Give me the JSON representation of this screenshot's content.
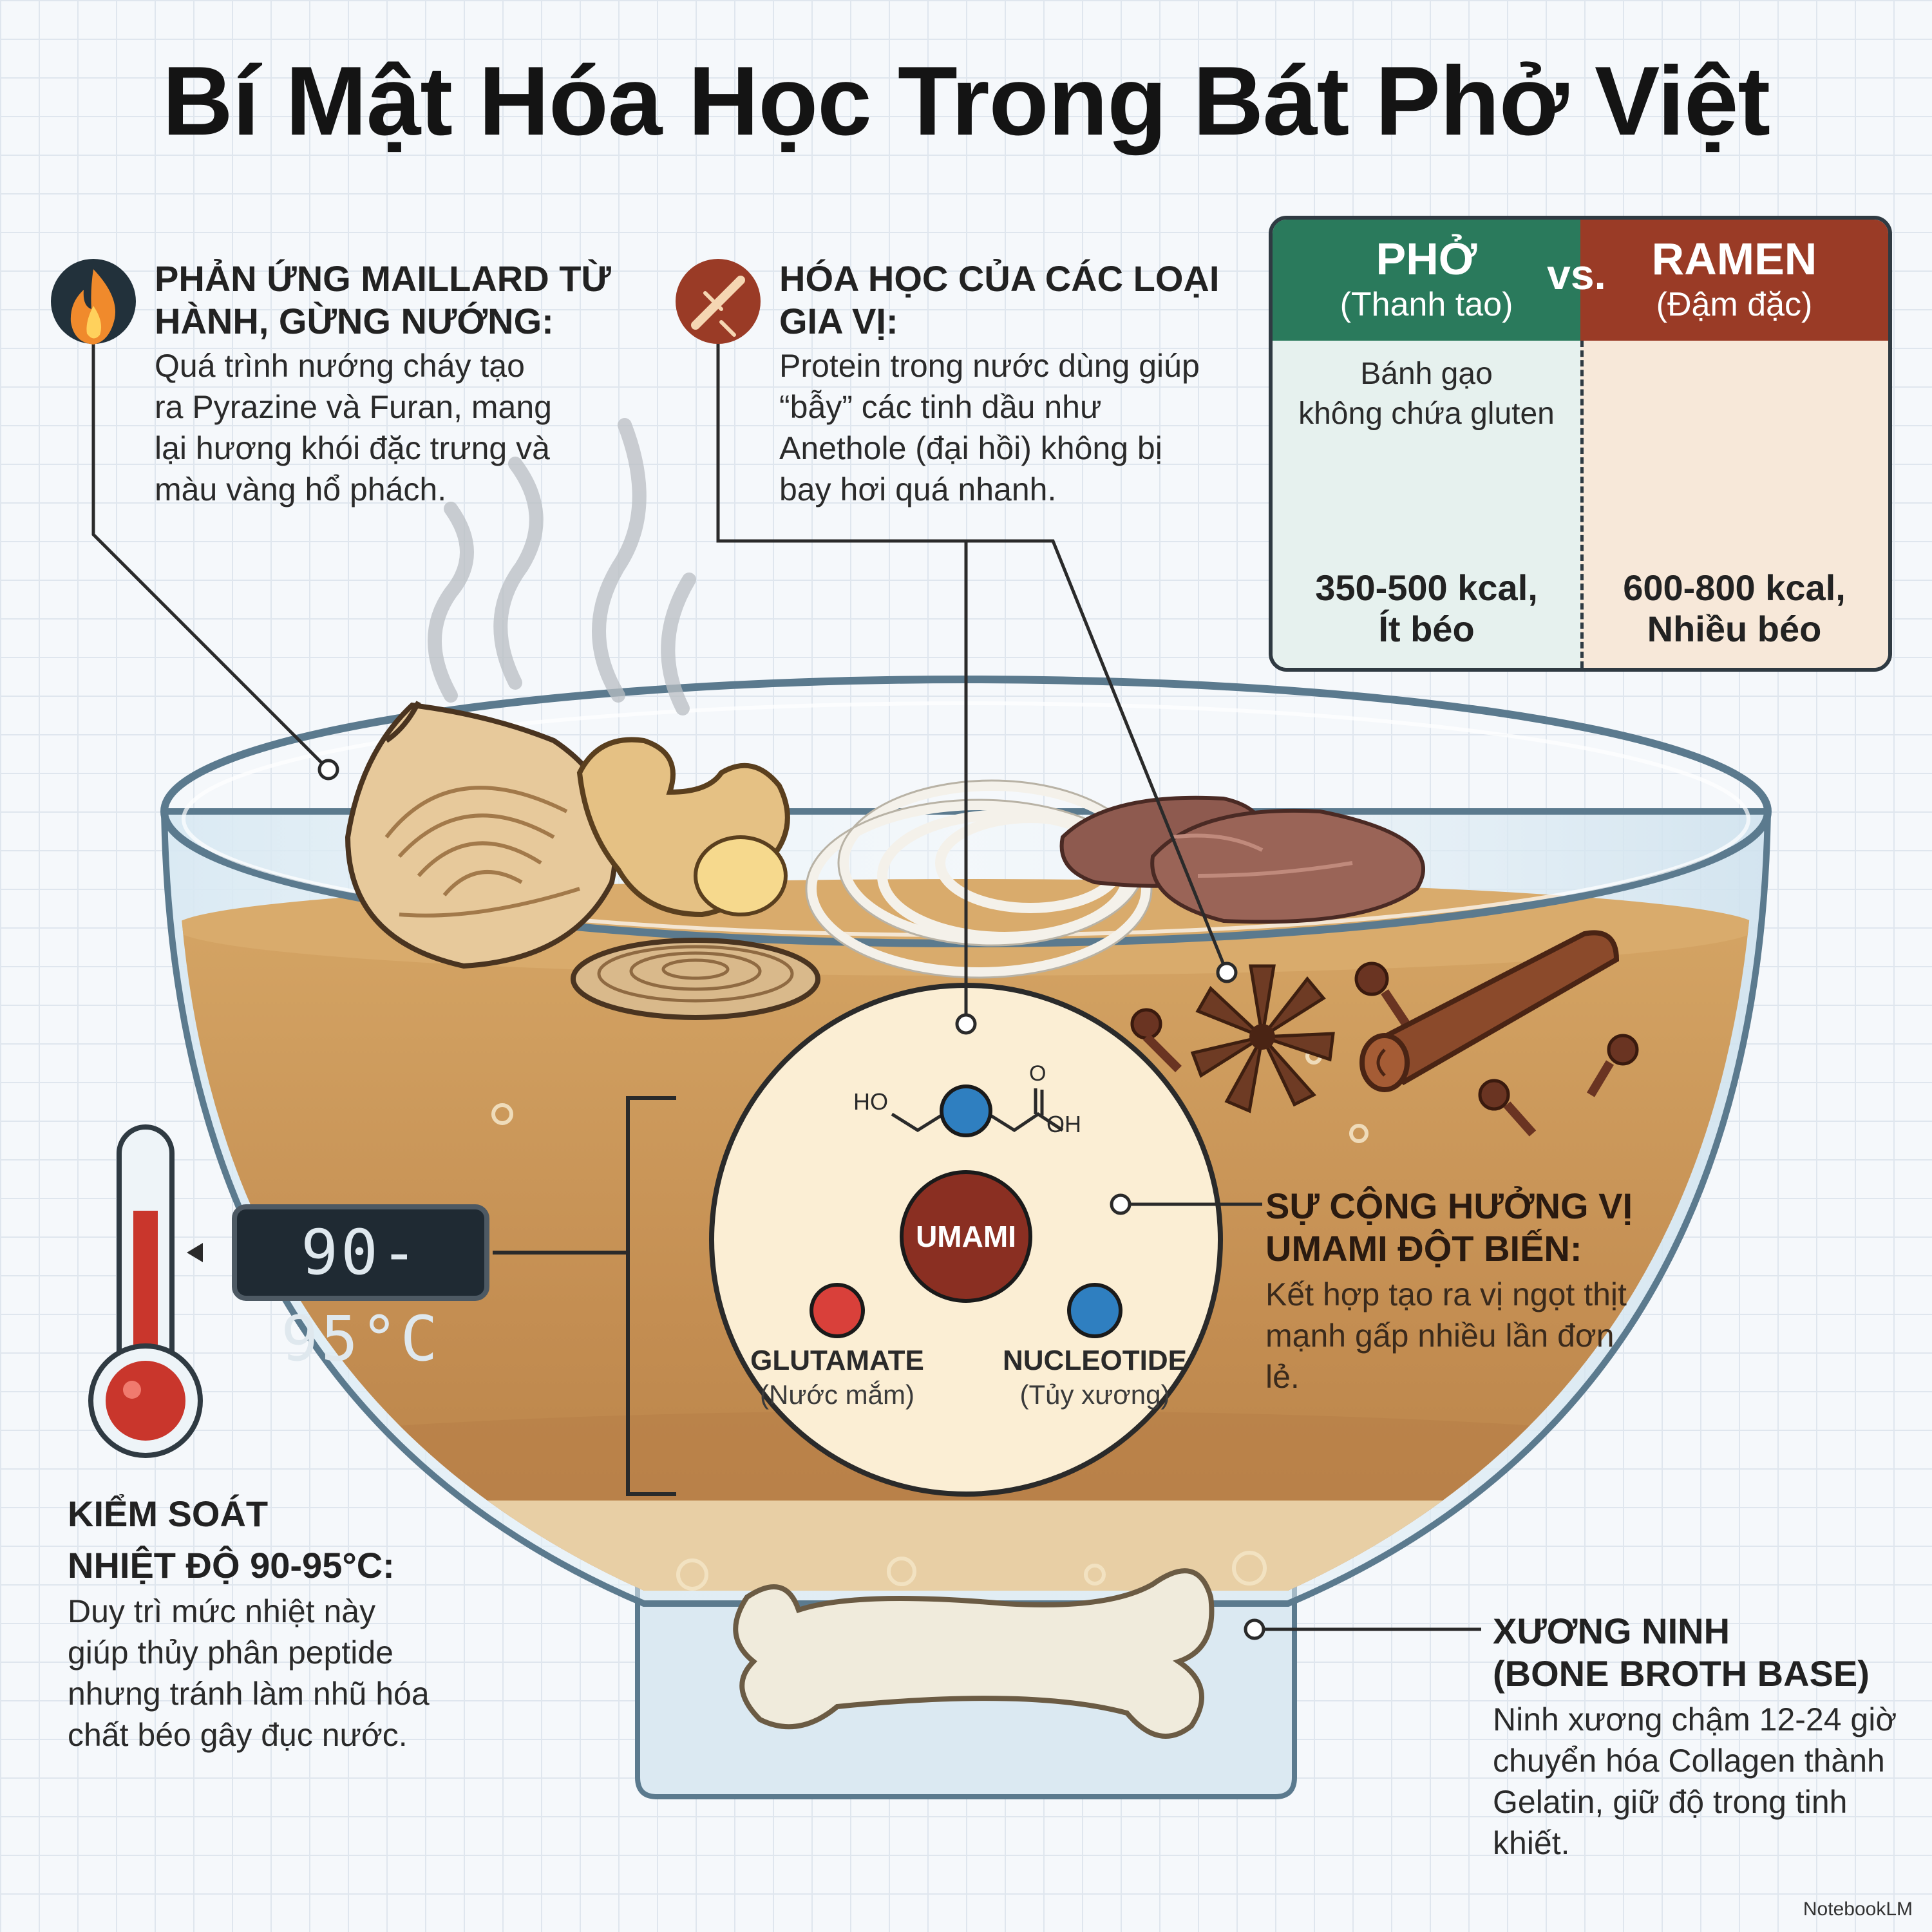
{
  "title": "Bí Mật Hóa Học Trong Bát Phở Việt",
  "maillard": {
    "icon": "fire-icon",
    "heading_1": "PHẢN ỨNG MAILLARD TỪ",
    "heading_2": "HÀNH, GỪNG NƯỚNG:",
    "text_1": "Quá trình nướng cháy tạo",
    "text_2": "ra Pyrazine và Furan, mang",
    "text_3": "lại hương khói đặc trưng và",
    "text_4": "màu vàng hổ phách."
  },
  "spices": {
    "icon": "cinnamon-icon",
    "heading_1": "HÓA HỌC CỦA CÁC LOẠI",
    "heading_2": "GIA VỊ:",
    "text_1": "Protein trong nước dùng giúp",
    "text_2": "“bẫy” các tinh dầu như",
    "text_3": "Anethole (đại hồi) không bị",
    "text_4": "bay hơi quá nhanh."
  },
  "comparison": {
    "vs": "vs.",
    "pho": {
      "title": "PHỞ",
      "subtitle": "(Thanh tao)",
      "note_1": "Bánh gạo",
      "note_2": "không chứa gluten",
      "kcal": "350-500 kcal,",
      "fat": "Ít béo",
      "color": "#2a7a5c"
    },
    "ramen": {
      "title": "RAMEN",
      "subtitle": "(Đậm đặc)",
      "kcal": "600-800 kcal,",
      "fat": "Nhiều béo",
      "color": "#9a3b26"
    }
  },
  "umami_circle": {
    "molecule_ho": "HO",
    "molecule_oh": "OH",
    "molecule_o": "O",
    "center": "UMAMI",
    "glutamate": "GLUTAMATE",
    "glutamate_source": "(Nước mắm)",
    "nucleotide": "NUCLEOTIDE",
    "nucleotide_source": "(Tủy xương)"
  },
  "synergy": {
    "heading_1": "SỰ CỘNG HƯỞNG VỊ",
    "heading_2": "UMAMI ĐỘT BIẾN:",
    "text_1": "Kết hợp tạo ra vị ngọt thịt",
    "text_2": "mạnh gấp nhiều lần đơn",
    "text_3": "lẻ."
  },
  "temperature": {
    "display": "90-95°C",
    "heading_1": "KIỂM SOÁT",
    "heading_2": "NHIỆT ĐỘ 90-95°C:",
    "text_1": "Duy trì mức nhiệt này",
    "text_2": "giúp thủy phân peptide",
    "text_3": "nhưng tránh làm nhũ hóa",
    "text_4": "chất béo gây đục nước."
  },
  "bone": {
    "heading_1": "XƯƠNG NINH",
    "heading_2": "(BONE BROTH BASE)",
    "text_1": "Ninh xương chậm 12-24 giờ",
    "text_2": "chuyển hóa Collagen thành",
    "text_3": "Gelatin, giữ độ trong tinh",
    "text_4": "khiết."
  },
  "brand": "NotebookLM",
  "colors": {
    "broth": "#c99a5c",
    "umami": "#8a2f22",
    "glutamate": "#d9403a",
    "nucleotide": "#2f7fc0"
  }
}
